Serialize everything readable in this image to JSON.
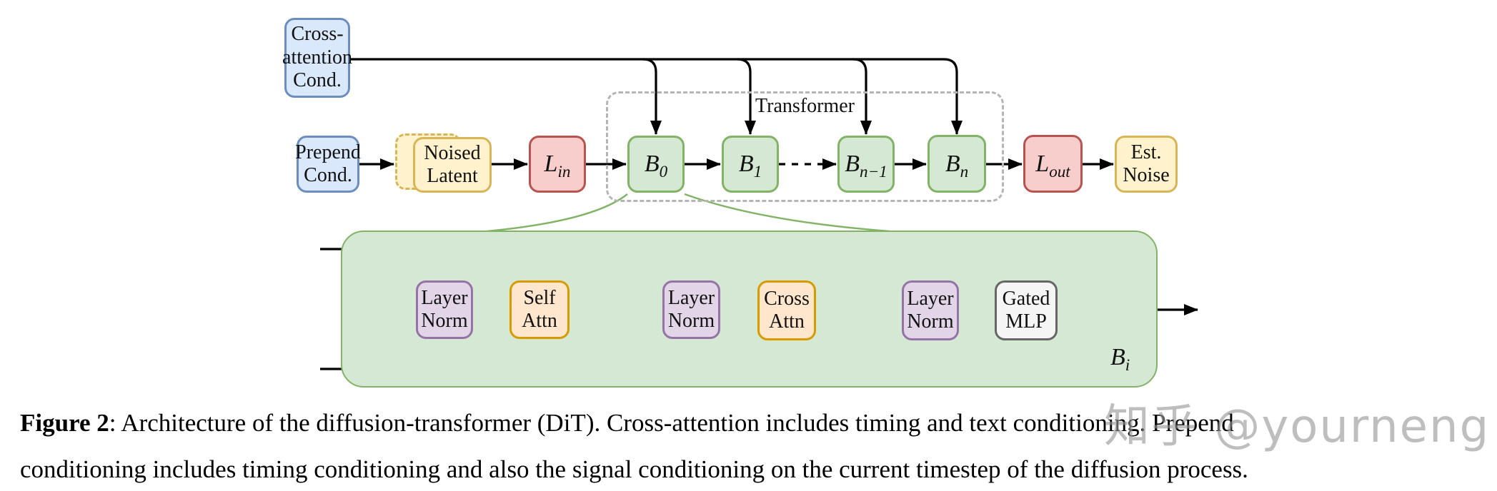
{
  "palette": {
    "blue_fill": "#dae8fc",
    "blue_stroke": "#6c8ebf",
    "yellow_fill": "#fff2cc",
    "yellow_stroke": "#d6b656",
    "red_fill": "#f8cecc",
    "red_stroke": "#b85450",
    "green_fill": "#d5e8d4",
    "green_stroke": "#82b366",
    "purple_fill": "#e1d5e7",
    "purple_stroke": "#9673a6",
    "orange_fill": "#ffe6cc",
    "orange_stroke": "#d79b00",
    "gray_fill": "#f5f5f5",
    "gray_stroke": "#666666",
    "wire_color": "#000000",
    "dashed_group_color": "#b5b5b5",
    "watermark_color": "#969696"
  },
  "diagram": {
    "cross_attention_cond": "Cross-\nattention\nCond.",
    "prepend_cond": "Prepend\nCond.",
    "noised_latent": "Noised\nLatent",
    "l_in": {
      "main": "L",
      "sub": "in"
    },
    "transformer_label": "Transformer",
    "b0": {
      "main": "B",
      "sub": "0"
    },
    "b1": {
      "main": "B",
      "sub": "1"
    },
    "bn_minus_1": {
      "main": "B",
      "sub": "n−1"
    },
    "bn": {
      "main": "B",
      "sub": "n"
    },
    "l_out": {
      "main": "L",
      "sub": "out"
    },
    "est_noise": "Est.\nNoise",
    "block_detail": {
      "layer_norm_1": "Layer\nNorm",
      "self_attn": "Self\nAttn",
      "layer_norm_2": "Layer\nNorm",
      "cross_attn": "Cross\nAttn",
      "layer_norm_3": "Layer\nNorm",
      "gated_mlp": "Gated\nMLP",
      "b_i": {
        "main": "B",
        "sub": "i"
      }
    }
  },
  "caption": {
    "label": "Figure 2",
    "line1_rest": ": Architecture of the diffusion-transformer (DiT). Cross-attention includes timing and text conditioning. Prepend",
    "line2": "conditioning includes timing conditioning and also the signal conditioning on the current timestep of the diffusion process."
  },
  "watermark": "知乎 @yourneng"
}
